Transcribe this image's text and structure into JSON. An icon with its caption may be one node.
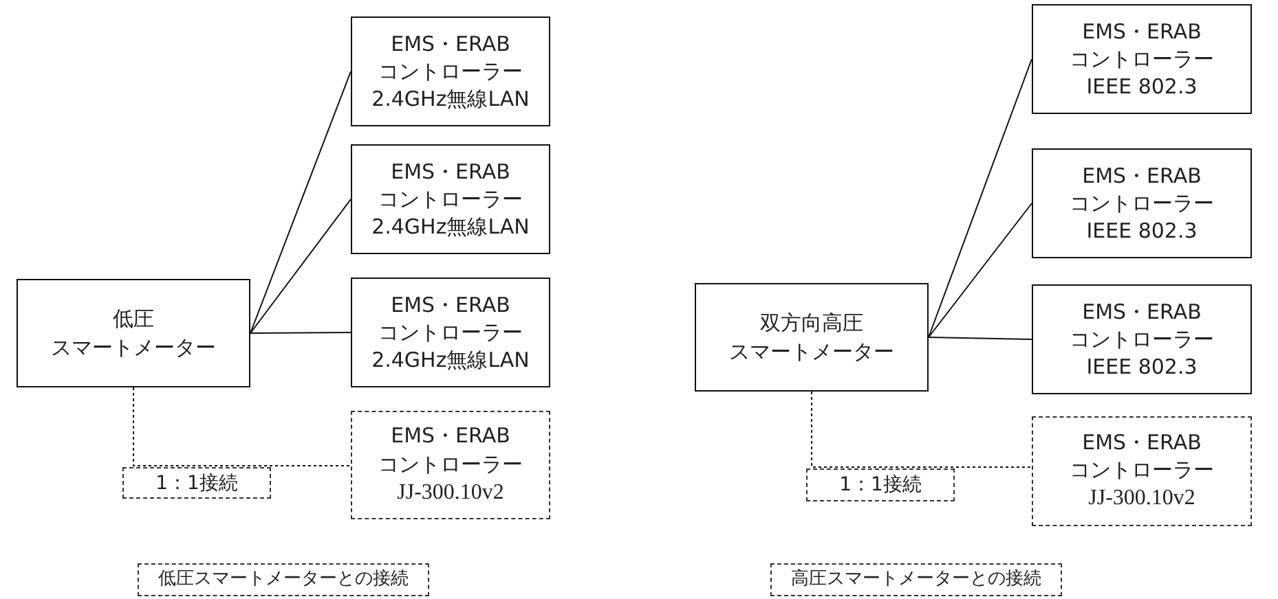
{
  "diagram": {
    "nodes": [
      {
        "text": [
          "低圧スマートメーター"
        ]
      },
      {
        "text": [
          "EMS・ERAB コントローラー 2.4GHz無線LAN"
        ]
      },
      {
        "text": [
          "EMS・ERAB コントローラー 2.4GHz無線LAN"
        ]
      },
      {
        "text": [
          "EMS・ERAB コントローラー 2.4GHz無線LAN"
        ]
      },
      {
        "text": [
          "EMS・ERAB コントローラー JJ-300.10v2"
        ]
      },
      {
        "text": [
          "低圧スマートメーターとの接続"
        ]
      },
      {
        "text": [
          "双方向高圧スマートメーター"
        ]
      },
      {
        "text": [
          "EMS・ERAB コントローラー IEEE 802.3"
        ]
      },
      {
        "text": [
          "EMS・ERAB コントローラー IEEE 802.3"
        ]
      },
      {
        "text": [
          "EMS・ERAB コントローラー IEEE 802.3"
        ]
      },
      {
        "text": [
          "EMS・ERAB コントローラー JJ-300.10v2"
        ]
      },
      {
        "text": [
          "高圧スマートメーターとの接続"
        ]
      }
    ],
    "edges": [
      {
        "from": 0,
        "to": 1,
        "arrow": "none"
      },
      {
        "from": 0,
        "to": 2,
        "arrow": "none"
      },
      {
        "from": 0,
        "to": 3,
        "arrow": "none"
      },
      {
        "from": 0,
        "to": 4,
        "arrow": "none",
        "style": "dashed",
        "label": "1：1接続"
      },
      {
        "from": 6,
        "to": 7,
        "arrow": "none"
      },
      {
        "from": 6,
        "to": 8,
        "arrow": "none"
      },
      {
        "from": 6,
        "to": 9,
        "arrow": "none"
      },
      {
        "from": 6,
        "to": 10,
        "arrow": "none",
        "style": "dashed",
        "label": "1：1接続"
      }
    ]
  }
}
